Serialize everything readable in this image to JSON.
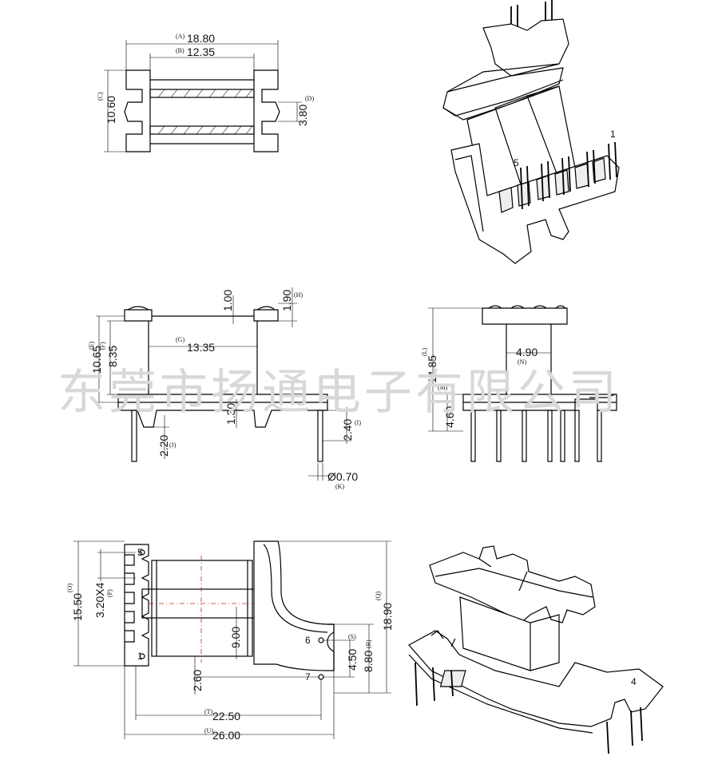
{
  "watermark": "东莞市扬通电子有限公司",
  "top_view": {
    "dim_a": {
      "tag": "(A)",
      "value": "18.80"
    },
    "dim_b": {
      "tag": "(B)",
      "value": "12.35"
    },
    "dim_c": {
      "tag": "(C)",
      "value": "10.60"
    },
    "dim_d": {
      "tag": "(D)",
      "value": "3.80"
    }
  },
  "iso_top": {
    "pin_label_1": "1",
    "pin_label_5": "5"
  },
  "front_view": {
    "dim_h": {
      "tag": "(H)",
      "value": "1.90"
    },
    "dim_h_inner": "1.00",
    "dim_e": {
      "tag": "(E)",
      "value": "10.65"
    },
    "dim_f": {
      "tag": "(F)",
      "value": "8.35"
    },
    "dim_g": {
      "tag": "(G)",
      "value": "13.35"
    },
    "dim_mid": "1.30",
    "dim_i": {
      "tag": "(I)",
      "value": "2.40"
    },
    "dim_j": {
      "tag": "(J)",
      "value": "2.20"
    },
    "dim_k": {
      "tag": "(K)",
      "value": "Ø0.70"
    }
  },
  "side_view": {
    "dim_l": {
      "tag": "(L)",
      "value": "14.85"
    },
    "dim_n": {
      "tag": "(N)",
      "value": "4.90"
    },
    "dim_m": {
      "tag": "(M)",
      "value": "4.60"
    }
  },
  "bottom_view": {
    "dim_o": {
      "tag": "(O)",
      "value": "15.50"
    },
    "dim_p": {
      "tag": "(P)",
      "value": "3.20X4"
    },
    "dim_q": {
      "tag": "(Q)",
      "value": "18.90"
    },
    "dim_r": {
      "tag": "(R)",
      "value": "8.80"
    },
    "dim_s": {
      "tag": "(S)",
      "value": "4.50"
    },
    "dim_inner": "9.00",
    "dim_low": "2.60",
    "dim_t": {
      "tag": "(T)",
      "value": "22.50"
    },
    "dim_u": {
      "tag": "(U)",
      "value": "26.00"
    },
    "pins": [
      "5",
      "1",
      "6",
      "7"
    ]
  },
  "iso_bottom": {
    "pin_label_4": "4"
  }
}
